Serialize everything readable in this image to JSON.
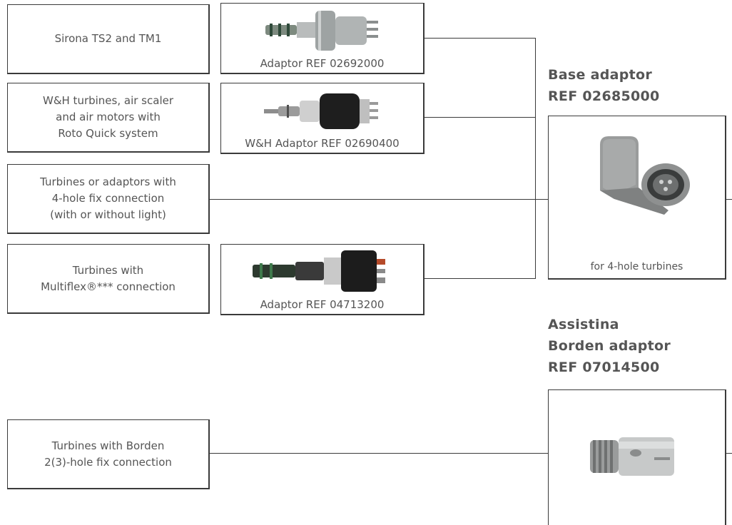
{
  "sources": [
    {
      "lines": [
        "Sirona TS2 and TM1"
      ]
    },
    {
      "lines": [
        "W&H turbines, air scaler",
        "and air motors with",
        "Roto Quick system"
      ]
    },
    {
      "lines": [
        "Turbines or adaptors with",
        "4-hole fix connection",
        "(with or without light)"
      ]
    },
    {
      "lines": [
        "Turbines with",
        "Multiflex®*** connection"
      ]
    },
    {
      "lines": [
        "Turbines with Borden",
        "2(3)-hole fix connection"
      ]
    }
  ],
  "adaptors": [
    {
      "caption": "Adaptor REF 02692000"
    },
    {
      "caption": "W&H Adaptor REF 02690400"
    },
    {
      "caption": "Adaptor REF 04713200"
    }
  ],
  "base_adaptor": {
    "title_lines": [
      "Base adaptor",
      "REF 02685000"
    ],
    "caption": "for 4-hole turbines"
  },
  "borden_adaptor": {
    "title_lines": [
      "Assistina",
      "Borden adaptor",
      "REF 07014500"
    ]
  }
}
